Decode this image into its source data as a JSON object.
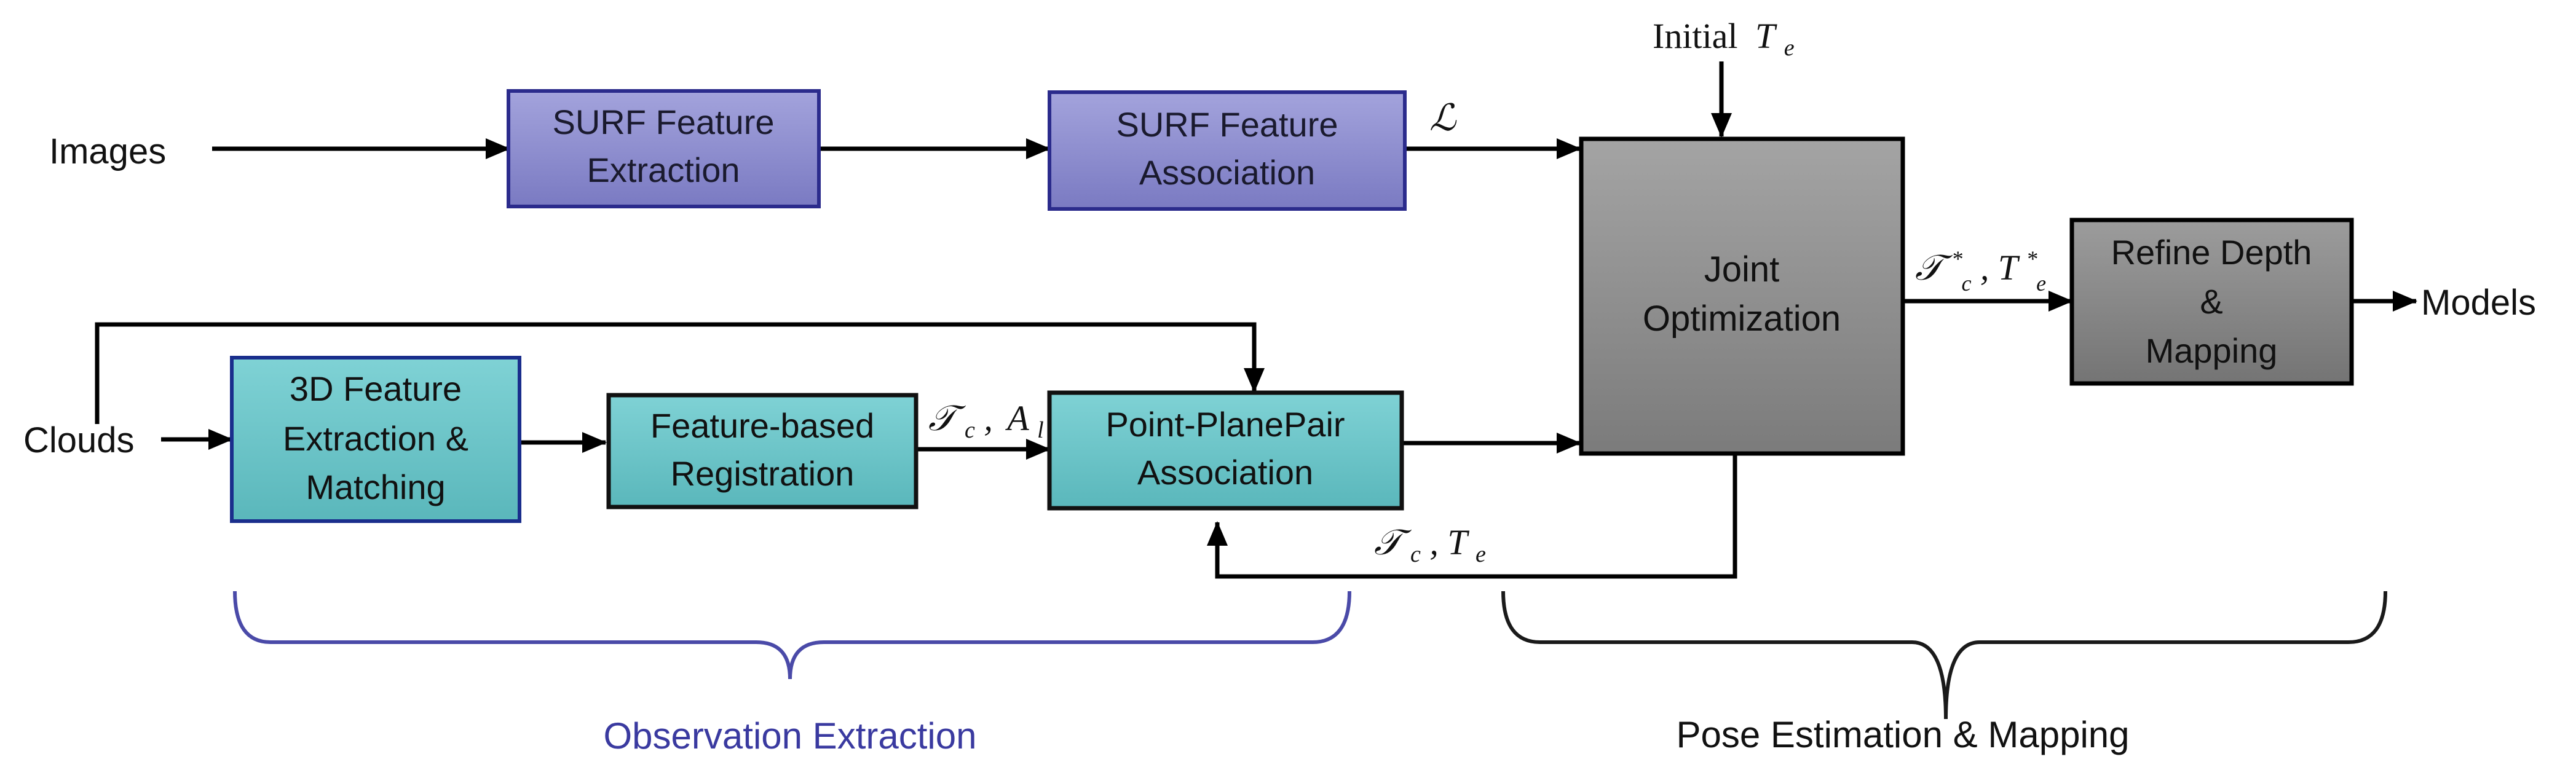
{
  "inputs": {
    "images": "Images",
    "clouds": "Clouds",
    "initial_te": "Initial",
    "initial_te_sym": "T",
    "initial_te_sub": "e"
  },
  "boxes": {
    "surf_extraction": [
      "SURF Feature",
      "Extraction"
    ],
    "surf_association": [
      "SURF Feature",
      "Association"
    ],
    "feature_3d": [
      "3D Feature",
      "Extraction &",
      "Matching"
    ],
    "feature_registration": [
      "Feature-based",
      "Registration"
    ],
    "point_plane": [
      "Point-PlanePair",
      "Association"
    ],
    "joint_optimization": [
      "Joint",
      "Optimization"
    ],
    "refine_depth": [
      "Refine Depth",
      "&",
      "Mapping"
    ]
  },
  "edge_labels": {
    "landmarks": "ℒ",
    "tc_al": "𝒯",
    "tc_al_sub": "c",
    "tc_al_sep": ",",
    "tc_al_a": "A",
    "tc_al_a_sub": "l",
    "tc_te": "𝒯",
    "tc_te_sub": "c",
    "tc_te_sep": ",",
    "tc_te_t": "T",
    "tc_te_t_sub": "e",
    "opt_out": "𝒯",
    "opt_out_sup": "*",
    "opt_out_sub": "c",
    "opt_out_sep": ",",
    "opt_out_t": "T",
    "opt_out_t_sup": "*",
    "opt_out_t_sub": "e"
  },
  "outputs": {
    "models": "Models"
  },
  "groups": {
    "observation_extraction": "Observation Extraction",
    "pose_estimation": "Pose Estimation & Mapping"
  },
  "colors": {
    "surf_fill": "#8f8fcf",
    "surf_border": "#2b2b8c",
    "teal_fill": "#6cc4c8",
    "joint_fill": "#8e8e8e",
    "refine_fill": "#8a8a8a",
    "observation_brace": "#4a4aa8",
    "pose_brace": "#1a1a1a"
  }
}
